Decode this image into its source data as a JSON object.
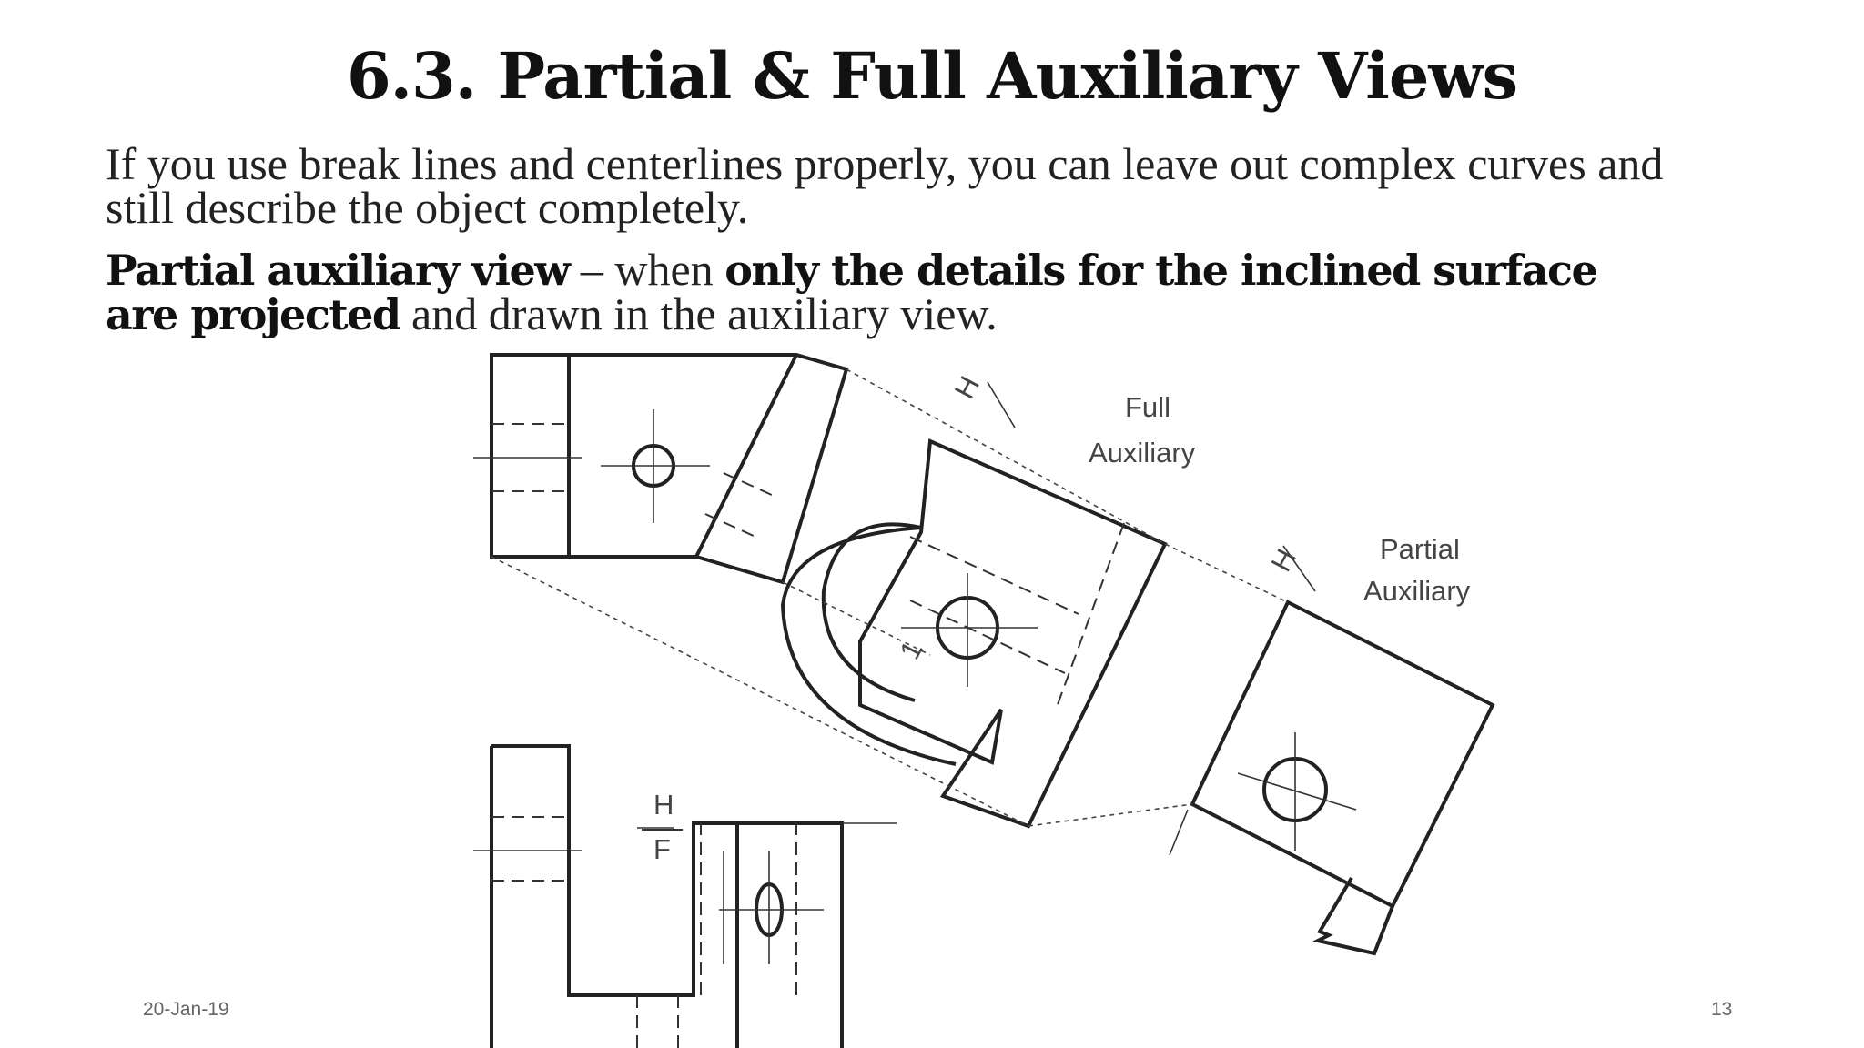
{
  "slide": {
    "title": "6.3. Partial & Full Auxiliary Views",
    "paragraph1": "If you use break lines and centerlines properly, you can leave out complex curves and still describe the object completely.",
    "paragraph2": {
      "term": "Partial auxiliary view",
      "sep": " – when ",
      "emphasis": "only the details for the inclined surface are projected",
      "rest": " and drawn in the auxiliary view."
    },
    "footer": {
      "date": "20-Jan-19",
      "page": "13"
    }
  },
  "drawing": {
    "labels": {
      "full_line1": "Full",
      "full_line2": "Auxiliary",
      "partial_line1": "Partial",
      "partial_line2": "Auxiliary",
      "fold_h": "H",
      "fold_f": "F",
      "fold_1": "1"
    }
  }
}
